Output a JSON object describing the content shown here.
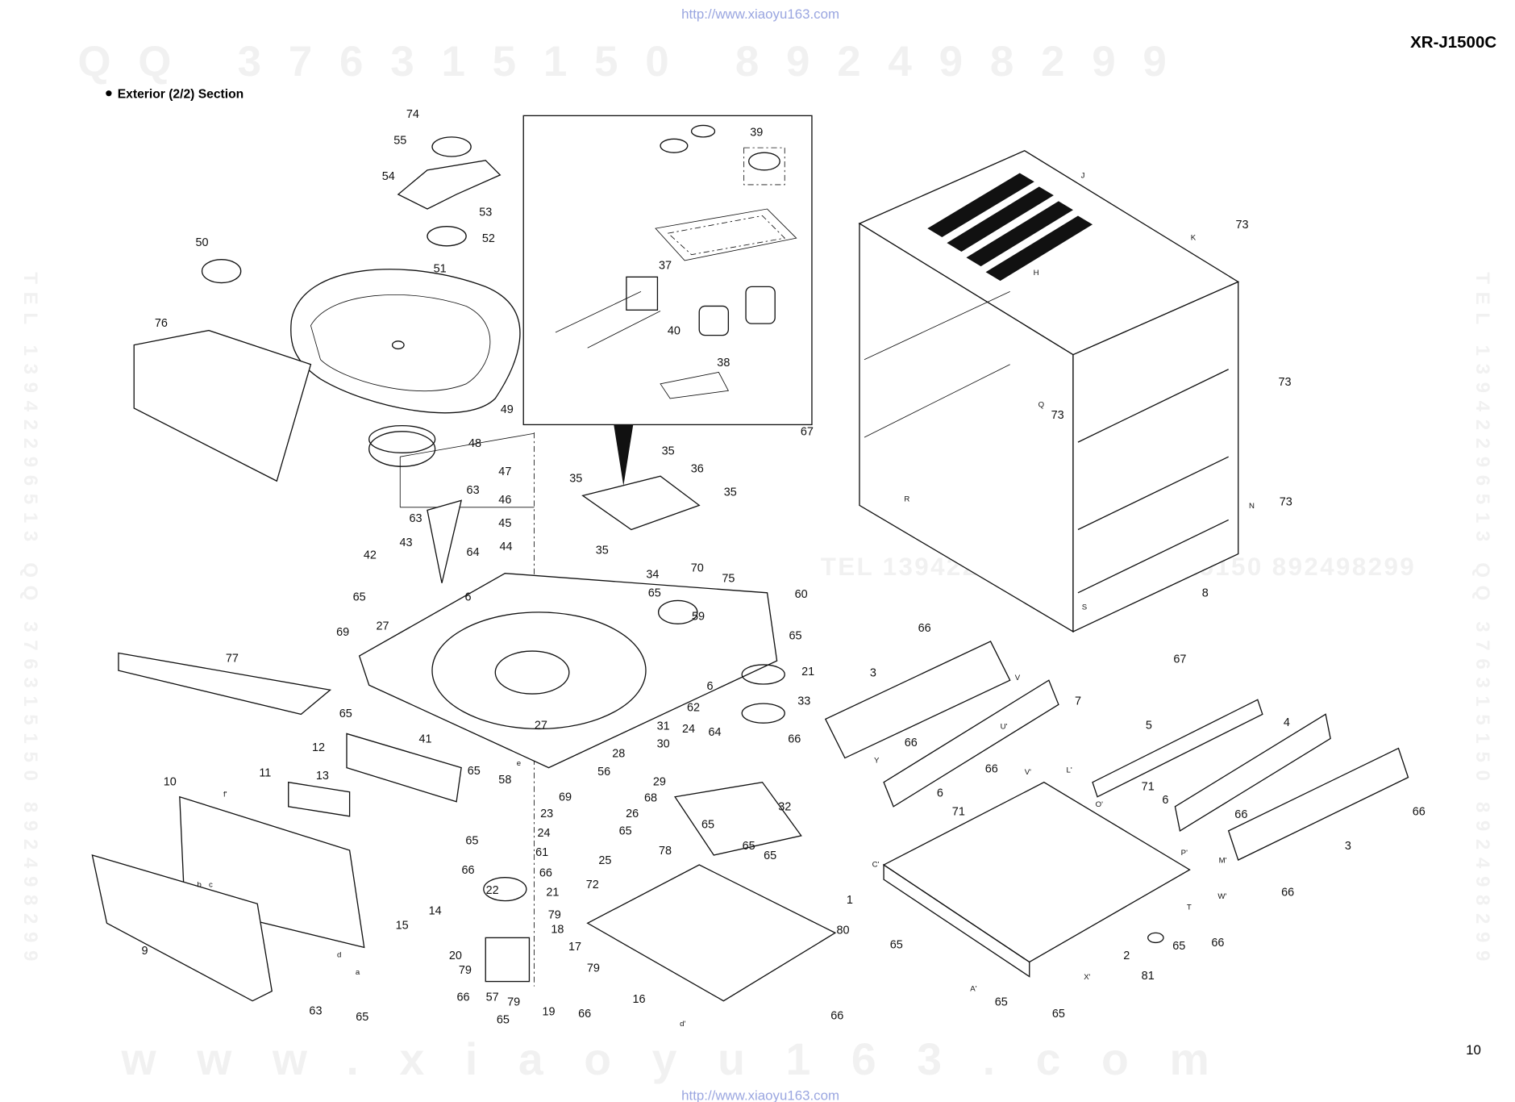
{
  "header": {
    "url_top": "http://www.xiaoyu163.com",
    "model": "XR-J1500C",
    "section_title": "Exterior (2/2) Section"
  },
  "footer": {
    "page_number": "10",
    "url_bottom": "http://www.xiaoyu163.com"
  },
  "watermarks": {
    "top_row": "QQ 376315150  892498299",
    "middle_row": "TEL 13942296513  QQ 376315150  892498299",
    "side": "TEL 13942296513  QQ 376315150  892498299",
    "bottom_row": "www.xiaoyu163.com"
  },
  "part_labels": [
    "74",
    "55",
    "54",
    "53",
    "52",
    "51",
    "50",
    "76",
    "49",
    "48",
    "47",
    "46",
    "45",
    "44",
    "63",
    "63",
    "43",
    "42",
    "65",
    "64",
    "6",
    "27",
    "69",
    "77",
    "65",
    "12",
    "41",
    "10",
    "11",
    "13",
    "65",
    "65",
    "66",
    "14",
    "15",
    "9",
    "63",
    "65",
    "39",
    "37",
    "40",
    "38",
    "35",
    "35",
    "36",
    "35",
    "35",
    "34",
    "65",
    "70",
    "75",
    "60",
    "59",
    "65",
    "21",
    "33",
    "6",
    "64",
    "62",
    "24",
    "31",
    "30",
    "28",
    "29",
    "56",
    "27",
    "58",
    "69",
    "68",
    "26",
    "65",
    "23",
    "24",
    "61",
    "66",
    "25",
    "72",
    "22",
    "21",
    "79",
    "20",
    "79",
    "18",
    "17",
    "79",
    "66",
    "57",
    "79",
    "19",
    "65",
    "66",
    "78",
    "32",
    "65",
    "65",
    "65",
    "16",
    "80",
    "66",
    "73",
    "73",
    "73",
    "67",
    "73",
    "8",
    "67",
    "66",
    "3",
    "7",
    "66",
    "66",
    "5",
    "4",
    "66",
    "6",
    "71",
    "71",
    "6",
    "66",
    "66",
    "3",
    "66",
    "1",
    "65",
    "2",
    "81",
    "65",
    "66",
    "65",
    "65"
  ],
  "reference_letters": [
    "J",
    "K",
    "H",
    "Q",
    "R",
    "N",
    "S",
    "U'",
    "V",
    "V'",
    "L'",
    "O'",
    "P'",
    "M'",
    "W'",
    "T",
    "X'",
    "A'",
    "C'",
    "Y",
    "b",
    "c",
    "d",
    "a",
    "e",
    "f'",
    "d'"
  ]
}
